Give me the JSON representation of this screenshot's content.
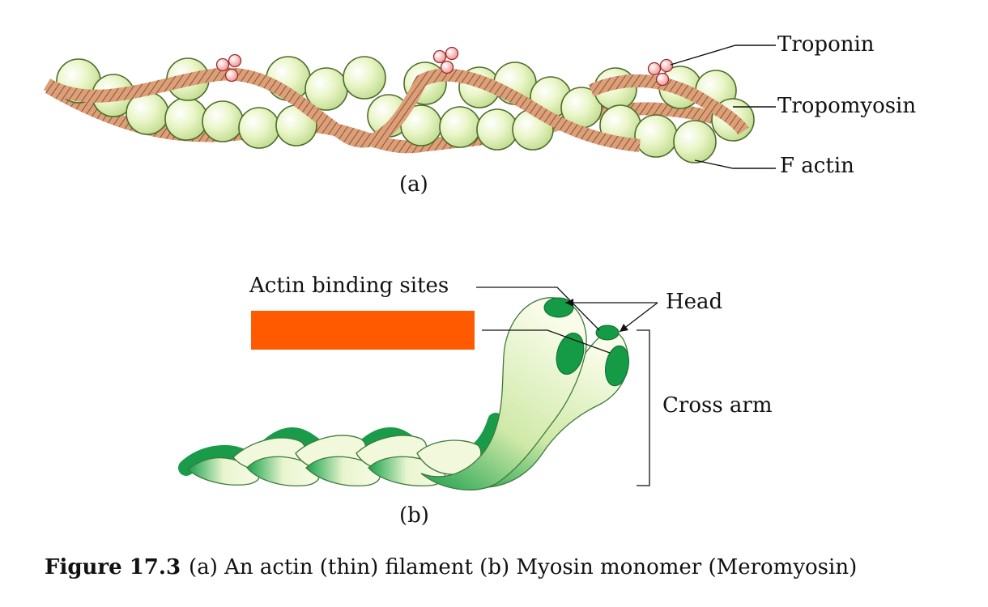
{
  "figure": {
    "caption_number": "Figure 17.3",
    "caption_text": "(a) An actin (thin) filament (b) Myosin monomer (Meromyosin)"
  },
  "panel_a": {
    "sublabel": "(a)",
    "labels": {
      "troponin": "Troponin",
      "tropomyosin": "Tropomyosin",
      "f_actin": "F actin"
    }
  },
  "panel_b": {
    "sublabel": "(b)",
    "labels": {
      "actin_binding_sites": "Actin binding sites",
      "head": "Head",
      "cross_arm": "Cross arm"
    },
    "occluder_color": "#ff5a00"
  },
  "colors": {
    "actin_fill": "#e4f3c0",
    "actin_stroke": "#4d6b2a",
    "tropomyosin": "#d79b6e",
    "troponin": "#f3a3a3",
    "myosin_light": "#f4f9de",
    "myosin_dark": "#1b9d4a"
  }
}
